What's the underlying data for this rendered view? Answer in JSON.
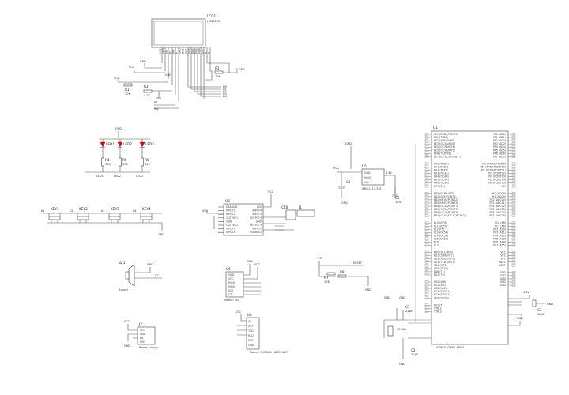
{
  "lcd": {
    "ref": "LCD1",
    "value": "HS1602A",
    "pins": [
      "VSS",
      "VDD",
      "VO",
      "RS",
      "RW",
      "E",
      "DB0",
      "DB1",
      "DB2",
      "DB3",
      "DB4",
      "DB5",
      "DB6",
      "DB7",
      "A",
      "K"
    ],
    "r_ref": "R1",
    "r_val": "10K",
    "pot_ref": "R2",
    "pot_val": "10K",
    "r3_ref": "R3",
    "r3_val": "4.7K",
    "nets_right": [
      "D0",
      "D1",
      "D2",
      "D3",
      "D4"
    ],
    "nets_left": [
      "RS",
      "RW",
      "E"
    ],
    "vcc": "VCC",
    "gnd": "GND"
  },
  "leds": {
    "items": [
      {
        "ref": "LED1",
        "r_ref": "R4",
        "r_val": "330",
        "net": "LED1"
      },
      {
        "ref": "LED2",
        "r_ref": "R5",
        "r_val": "330",
        "net": "LED2"
      },
      {
        "ref": "LED3",
        "r_ref": "R6",
        "r_val": "330",
        "net": "LED3"
      }
    ],
    "gnd": "GND"
  },
  "keys": {
    "items": [
      {
        "ref": "KEY1",
        "net": "K1"
      },
      {
        "ref": "KEY2",
        "net": "K2"
      },
      {
        "ref": "KEY3",
        "net": "K3"
      },
      {
        "ref": "KEY4",
        "net": "K4"
      }
    ],
    "gnd": "GND"
  },
  "regulator": {
    "ref": "U5",
    "value": "AMS1117-3.3",
    "pins": [
      "GND",
      "VOUT",
      "VIN"
    ],
    "c1": "C5",
    "c1_val": "10uF",
    "c2": "C6",
    "c2_val": "10uF",
    "vin": "VCC",
    "vout": "3.3V",
    "gnd": "GND"
  },
  "rs485": {
    "ref": "U3",
    "left_pins": [
      "ENABLE1",
      "INPUT1",
      "INPUT2",
      "OUTPUT1",
      "GND",
      "OUTPUT2",
      "INPUT3",
      "INPUT4"
    ],
    "right_pins": [
      "VSS",
      "INPUT4",
      "INPUT3",
      "OUTPUT4",
      "GND",
      "OUTPUT3",
      "INPUT2",
      "ENABLE2"
    ],
    "cap": "C40",
    "conn": "J1",
    "vcc": "VCC",
    "gnd": "GND"
  },
  "buzzer": {
    "ref": "BZ1",
    "label": "Buzzer",
    "net": "BZ",
    "gnd": "GND"
  },
  "sd": {
    "ref": "U6",
    "pins": [
      "GND",
      "VCC",
      "MISO",
      "MOSI",
      "SCK",
      "CS"
    ],
    "name": "Name: SD",
    "vcc": "VCC",
    "gnd": "GND"
  },
  "usb": {
    "ref": "U8",
    "pins": [
      "5V",
      "3V3",
      "TXD",
      "RXD",
      "DTR",
      "GND"
    ],
    "name": "Name: CH340G+AMS1117",
    "vcc": "VCC"
  },
  "power": {
    "ref": "J2",
    "pins": [
      "VCC",
      "GND",
      "EN",
      "VIN"
    ],
    "label": "Power supply",
    "vcc": "VCC",
    "gnd": "GND"
  },
  "reset": {
    "ref_r": "R7",
    "r_val": "10K",
    "ref_r2": "R8",
    "r2_val": "1K",
    "net": "RESET",
    "vcc": "3.3V",
    "gnd": "GND"
  },
  "mcu": {
    "ref": "U1",
    "value": "ATMEGA2560-16AU",
    "left_groups": [
      [
        "PE0 (RXD0/PCINT8)",
        "PE1 (TXD0)",
        "PE2 (XCK0/AIN0)",
        "PE3 (OC3A/AIN1)",
        "PE4 (OC3B/INT4)",
        "PE5 (OC3C/INT5)",
        "PE6 (T3/INT6)",
        "PE7 (ICP3/CLKO/INT7)"
      ],
      [
        "PH0 (RXD2)",
        "PH1 (TXD2)",
        "PH2 (XCK2)",
        "PH3 (OC4A)",
        "PH4 (OC4B)",
        "PH5 (OC4C)",
        "PH6 (OC2B)",
        "PH7 (T4)"
      ],
      [
        "PB0 (SS/PCINT0)",
        "PB1 (SCK/PCINT1)",
        "PB2 (MOSI/PCINT2)",
        "PB3 (MISO/PCINT3)",
        "PB4 (OC2A/PCINT4)",
        "PB5 (OC1A/PCINT5)",
        "PB6 (OC1B/PCINT6)",
        "PB7 (OC0A/OC1C/PCINT7)"
      ],
      [
        "PL0 (ICP4)",
        "PL1 (ICP5)",
        "PL2 (T5)",
        "PL3 (OC5A)",
        "PL4 (OC5B)",
        "PL5 (OC5C)",
        "PL6",
        "PL7"
      ],
      [
        "PD0 (SCL/INT0)",
        "PD1 (SDA/INT1)",
        "PD2 (RXD1/INT2)",
        "PD3 (TXD1/INT3)",
        "PD4 (ICP1)",
        "PD5 (XCK1)",
        "PD6 (T1)",
        "PD7 (T0)"
      ],
      [
        "PG0 (WR)",
        "PG1 (RD)",
        "PG2 (ALE)",
        "PG3 (TOSC2)",
        "PG4 (TOSC1)",
        "PG5 (OC0B)"
      ],
      [
        "RESET",
        "XTAL1",
        "XTAL2"
      ]
    ],
    "right_groups": [
      [
        "PA0 (AD0)",
        "PA1 (AD1)",
        "PA2 (AD2)",
        "PA3 (AD3)",
        "PA4 (AD4)",
        "PA5 (AD5)",
        "PA6 (AD6)",
        "PA7 (AD7)"
      ],
      [
        "PJ0 (RXD3/PCINT9)",
        "PJ1 (TXD3/PCINT10)",
        "PJ2 (XCK3/PCINT11)",
        "PJ3 (PCINT12)",
        "PJ4 (PCINT13)",
        "PJ5 (PCINT14)",
        "PJ6 (PCINT15)",
        "PJ7"
      ],
      [
        "PK0 (ADC8)",
        "PK1 (ADC9)",
        "PK2 (ADC10)",
        "PK3 (ADC11)",
        "PK4 (ADC12)",
        "PK5 (ADC13)",
        "PK6 (ADC14)",
        "PK7 (ADC15)"
      ],
      [
        "PC0 (A8)",
        "PC1 (A9)",
        "PC2 (A10)",
        "PC3 (A11)",
        "PC4 (A12)",
        "PC5 (A13)",
        "PC6 (A14)",
        "PC7 (A15)"
      ],
      [
        "VCC",
        "VCC",
        "VCC",
        "AVCC",
        "AREF"
      ],
      [
        "GND",
        "GND",
        "GND",
        "GND",
        "GND"
      ]
    ],
    "xtal": "16MHz",
    "cap1": "C1",
    "cap1_val": "22pF",
    "cap2": "C2",
    "cap2_val": "22pF",
    "cap3": "C3",
    "cap3_val": "10uF",
    "supply": "3.3V",
    "gnd": "GND"
  }
}
